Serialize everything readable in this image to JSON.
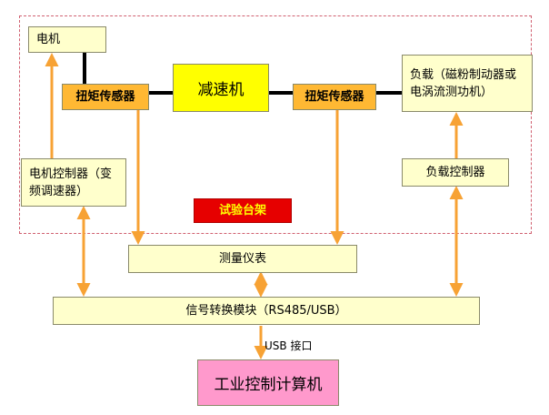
{
  "diagram": {
    "motor": "电机",
    "torque_sensor_left": "扭矩传感器",
    "reducer": "减速机",
    "torque_sensor_right": "扭矩传感器",
    "load": "负载（磁粉制动器或电涡流测功机）",
    "motor_controller": "电机控制器（变频调速器）",
    "load_controller": "负载控制器",
    "test_bench": "试验台架",
    "instrument": "测量仪表",
    "converter": "信号转换模块（RS485/USB）",
    "usb_label": "USB 接口",
    "computer": "工业控制计算机"
  },
  "colors": {
    "arrow": "#f7a234",
    "frame": "#d06070",
    "cream": "#ffffcc",
    "orange": "#ffb833",
    "yellow": "#ffff00",
    "pink": "#ff99cc",
    "red": "#e60000"
  }
}
